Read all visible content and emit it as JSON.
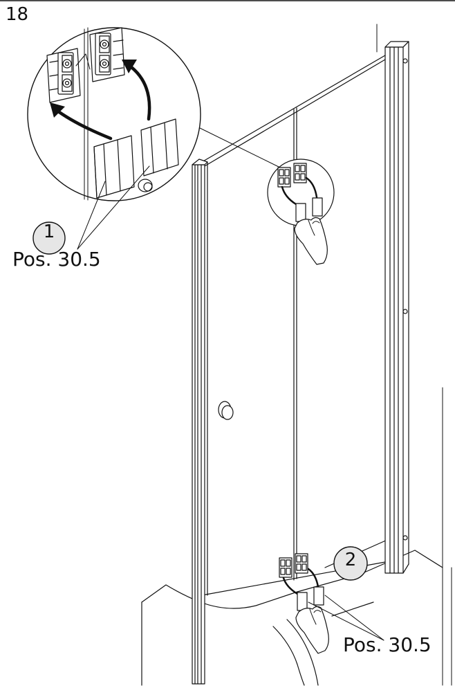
{
  "step_number": "18",
  "callouts": [
    {
      "number": "1",
      "part_label": "Pos. 30.5"
    },
    {
      "number": "2",
      "part_label": "Pos. 30.5"
    }
  ],
  "colors": {
    "line": "#111111",
    "callout_fill": "#e6e6e6",
    "background": "#ffffff"
  }
}
